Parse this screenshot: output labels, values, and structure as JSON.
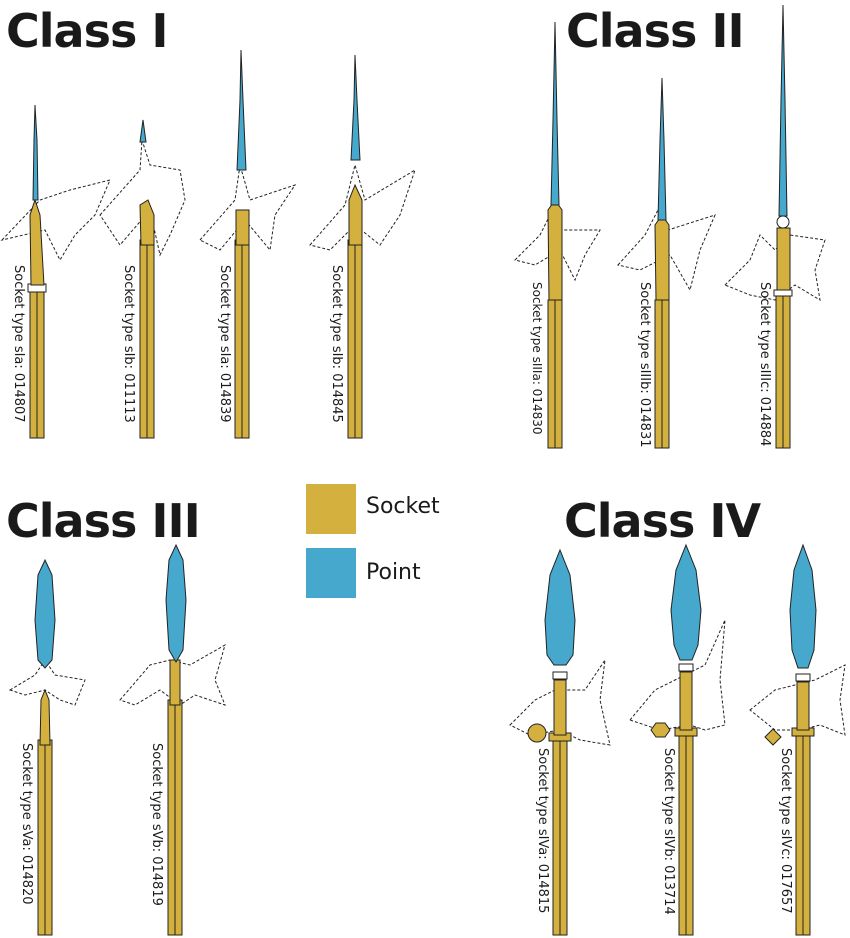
{
  "titles": {
    "class1": "Class I",
    "class2": "Class II",
    "class3": "Class III",
    "class4": "Class IV"
  },
  "legend": {
    "socket_label": "Socket",
    "point_label": "Point"
  },
  "colors": {
    "socket": "#d4b13e",
    "point": "#46a8cc",
    "outline": "#1a1a1a"
  },
  "weapons": {
    "w1": "Socket type sIa: 014807",
    "w2": "Socket type sIb: 011113",
    "w3": "Socket type sIa: 014839",
    "w4": "Socket type sIb: 014845",
    "w5": "Socket type sIIIa: 014830",
    "w6": "Socket type sIIIb: 014831",
    "w7": "Socket type sIIIc: 014884",
    "w8": "Socket type sVa: 014820",
    "w9": "Socket type sVb: 014819",
    "w10": "Socket type sIVa: 014815",
    "w11": "Socket type sIVb: 013714",
    "w12": "Socket type sIVc: 017657"
  }
}
